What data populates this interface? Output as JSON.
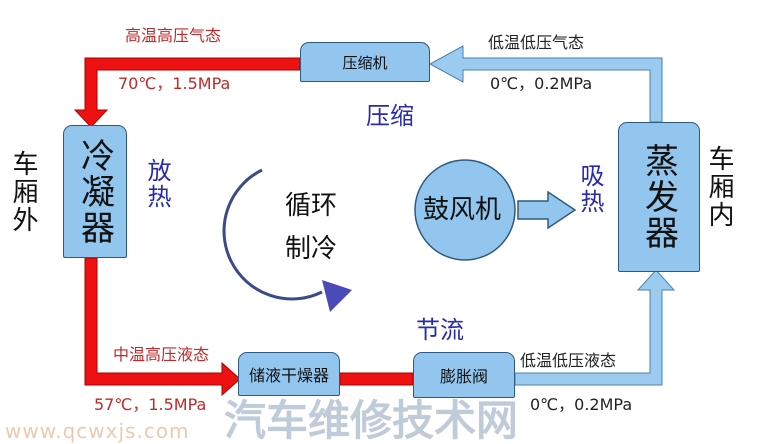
{
  "colors": {
    "hot_pipe": "#ee1111",
    "cold_pipe": "#9ccbf0",
    "component": "#92c6ee",
    "process_label": "#2a2ab0",
    "state_label": "#c0282a"
  },
  "components": {
    "compressor": "压缩机",
    "condenser": "冷凝器",
    "evaporator": "蒸发器",
    "receiver_dryer": "储液干燥器",
    "expansion_valve": "膨胀阀",
    "blower": "鼓风机"
  },
  "locations": {
    "outside": "车厢外",
    "inside": "车厢内"
  },
  "processes": {
    "compress": "压缩",
    "release_heat": "放热",
    "absorb_heat": "吸热",
    "throttle": "节流",
    "cycle_line1": "循环",
    "cycle_line2": "制冷"
  },
  "states": {
    "high_temp_gas": "高温高压气态",
    "high_temp_gas_value": "70℃，1.5MPa",
    "mid_temp_liquid": "中温高压液态",
    "mid_temp_liquid_value": "57℃，1.5MPa",
    "low_temp_liquid": "低温低压液态",
    "low_temp_liquid_value": "0℃，0.2MPa",
    "low_temp_gas": "低温低压气态",
    "low_temp_gas_value": "0℃，0.2MPa"
  },
  "watermark": {
    "title": "汽车维修技术网",
    "url": "www.qcwxjs.com"
  }
}
